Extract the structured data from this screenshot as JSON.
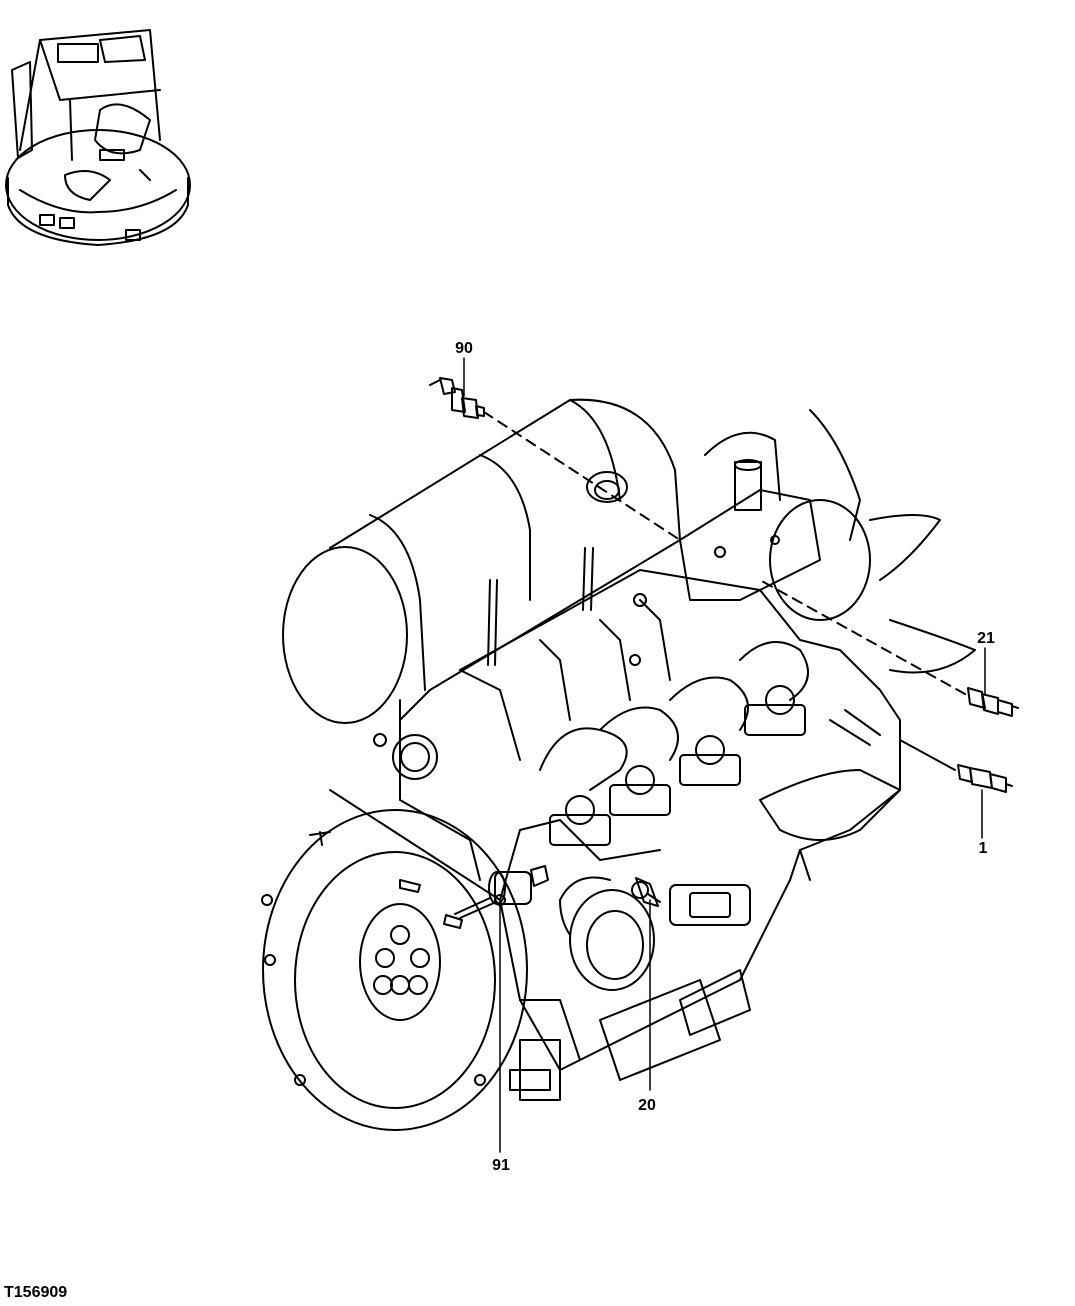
{
  "figure": {
    "id": "T156909"
  },
  "callouts": [
    {
      "label": "90"
    },
    {
      "label": "21"
    },
    {
      "label": "1"
    },
    {
      "label": "20"
    },
    {
      "label": "91"
    }
  ],
  "colors": {
    "line": "#000000",
    "background": "#ffffff"
  }
}
